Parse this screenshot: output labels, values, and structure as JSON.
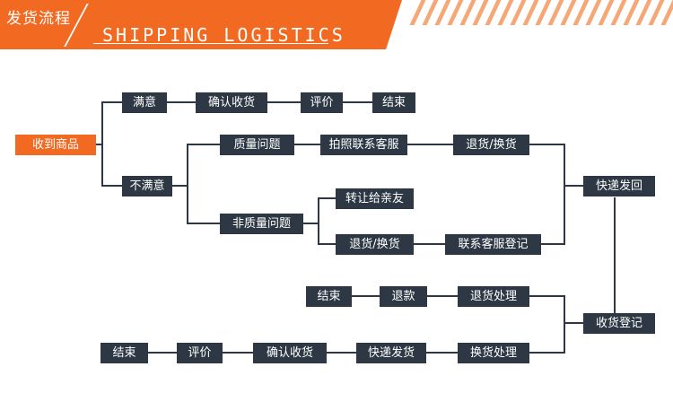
{
  "header": {
    "title_cn": "发货流程",
    "title_en": "SHIPPING LOGISTICS",
    "colors": {
      "banner": "#f26a21",
      "node": "#2d3844",
      "line": "#2d3844"
    }
  },
  "flow": {
    "receive": "收到商品",
    "satisfied": "满意",
    "confirm_1": "确认收货",
    "review_1": "评价",
    "end_1": "结束",
    "unsatisfied": "不满意",
    "quality_issue": "质量问题",
    "contact_service": "拍照联系客服",
    "return_exchange_1": "退货/换货",
    "non_quality_issue": "非质量问题",
    "transfer_friend": "转让给亲友",
    "return_exchange_2": "退货/换货",
    "service_register": "联系客服登记",
    "express_return": "快递发回",
    "receipt_register": "收货登记",
    "return_process": "退货处理",
    "refund": "退款",
    "end_2": "结束",
    "exchange_process": "换货处理",
    "express_ship": "快递发货",
    "confirm_2": "确认收货",
    "review_2": "评价",
    "end_3": "结束"
  }
}
